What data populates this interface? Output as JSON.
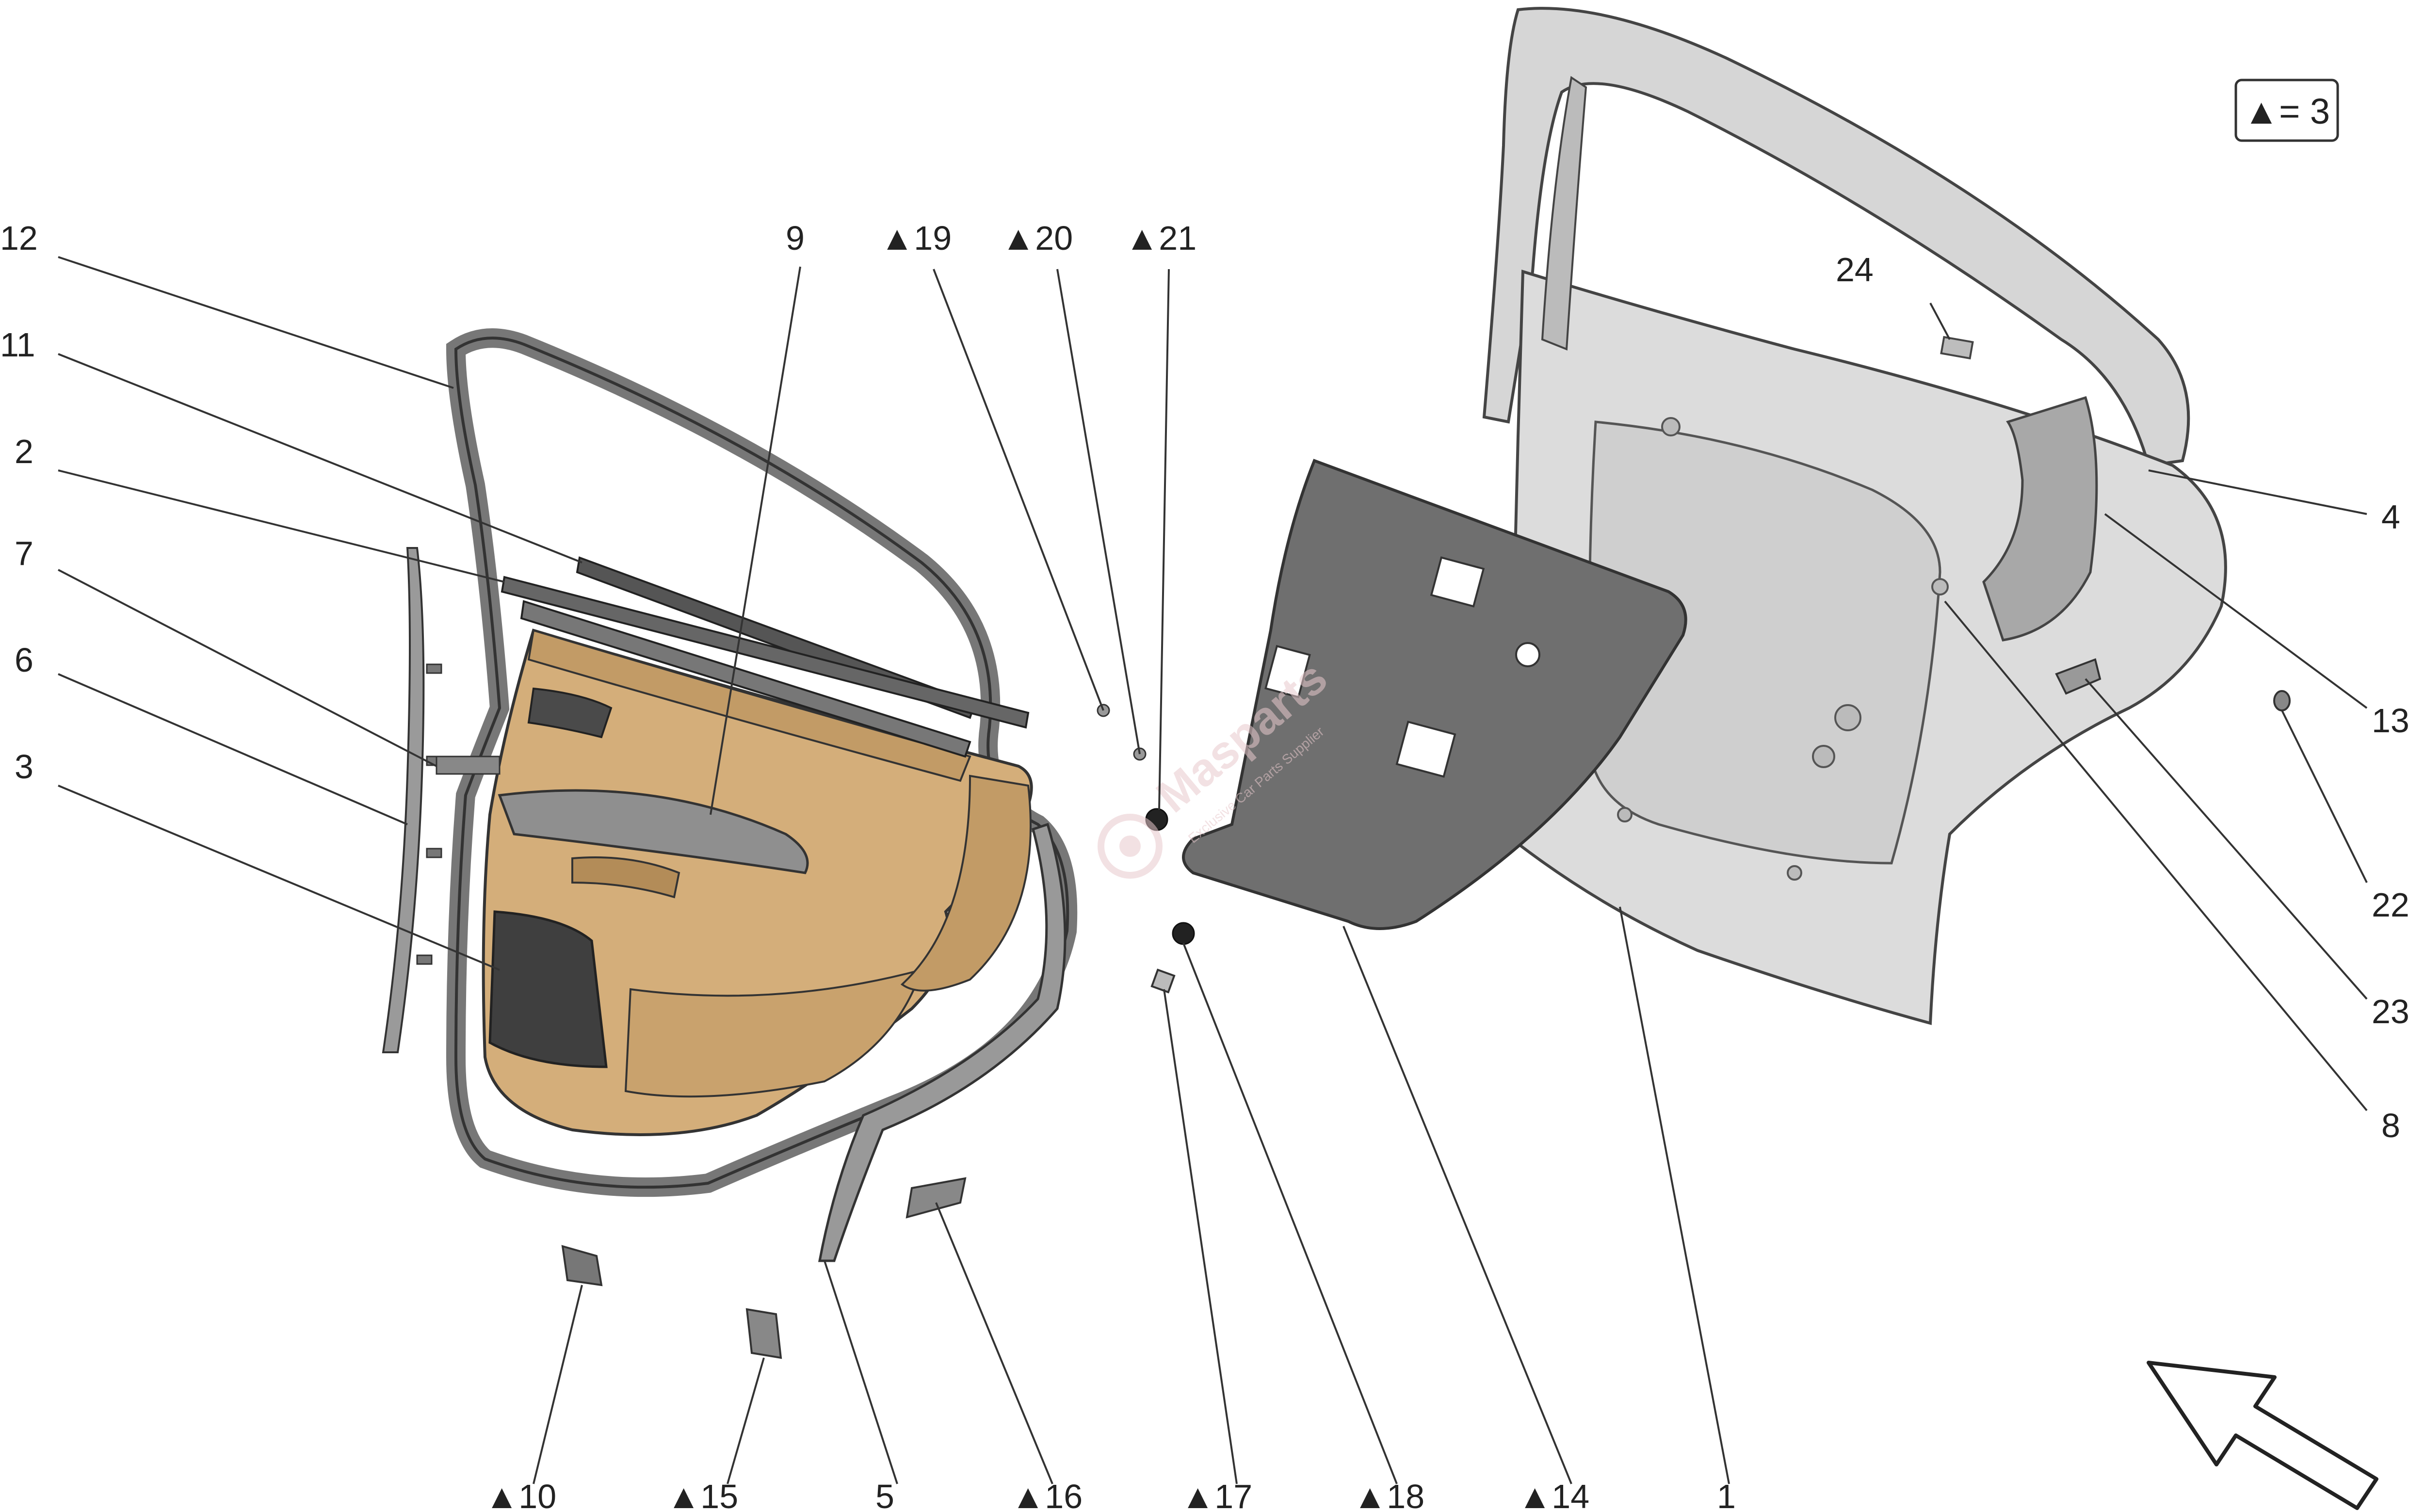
{
  "legend": {
    "text": "▲= 3"
  },
  "watermark": {
    "brand": "Masparts",
    "tagline": "Exclusive Car Parts Supplier"
  },
  "callouts": {
    "c1": "1",
    "c2": "2",
    "c3": "3",
    "c4": "4",
    "c5": "5",
    "c6": "6",
    "c7": "7",
    "c8": "8",
    "c9": "9",
    "c10": "▲10",
    "c11": "11",
    "c12": "12",
    "c13": "13",
    "c14": "▲14",
    "c15": "▲15",
    "c16": "▲16",
    "c17": "▲17",
    "c18": "▲18",
    "c19": "▲19",
    "c20": "▲20",
    "c21": "▲21",
    "c22": "22",
    "c23": "23",
    "c24": "24"
  },
  "colors": {
    "panel_tan": "#d4ae7a",
    "panel_dark": "#5e5e5e",
    "door_grey": "#dcdcdc",
    "insulation_grey": "#6f6f6f",
    "seal_grey": "#8a8a8a"
  },
  "icons": {
    "direction": "direction-arrow-icon"
  }
}
